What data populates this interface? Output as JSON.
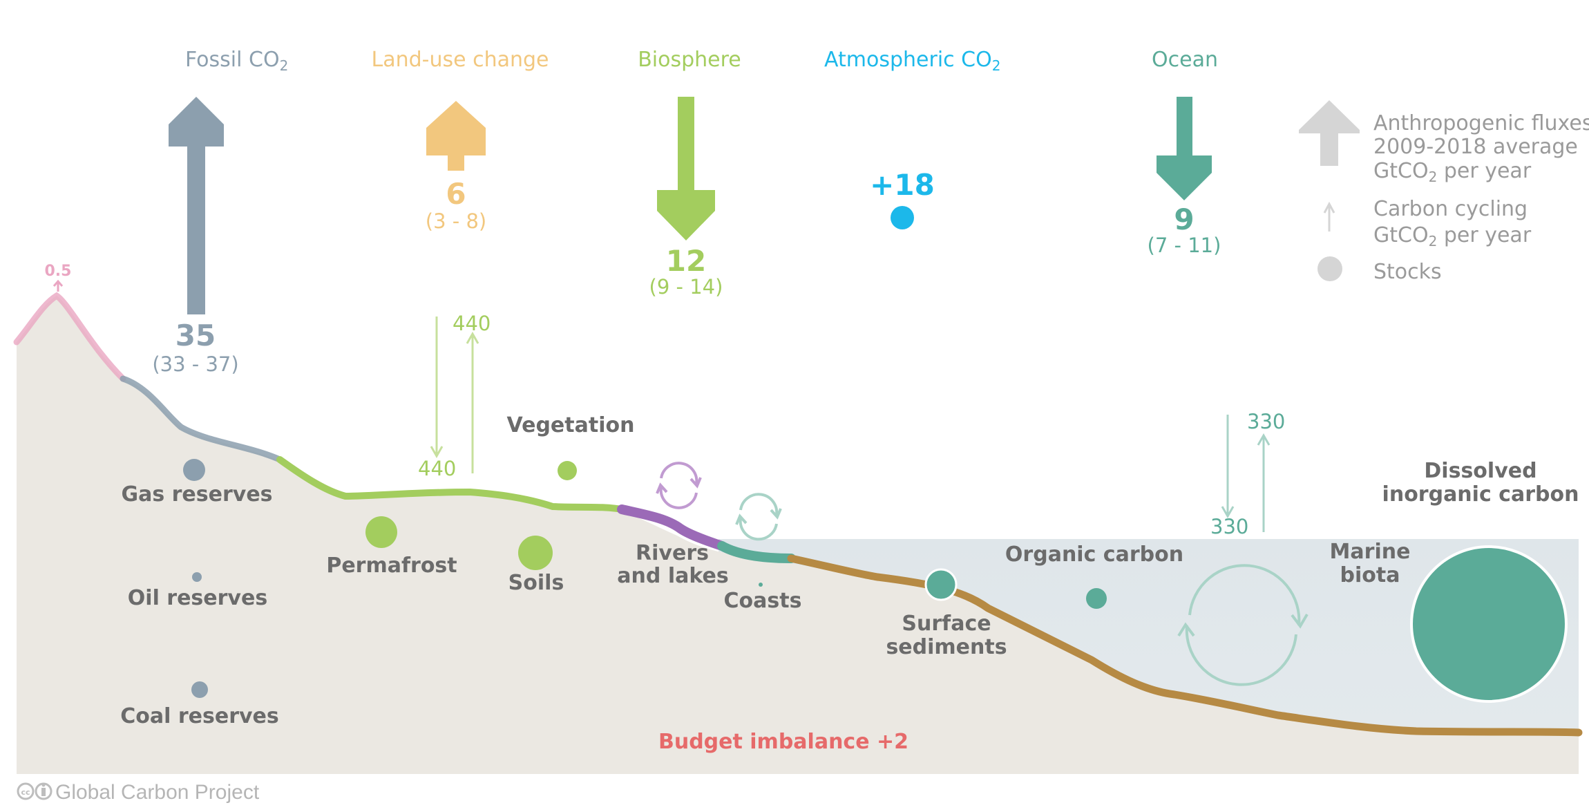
{
  "headers": {
    "fossil": "Fossil CO",
    "fossil_sub": "2",
    "landuse": "Land-use change",
    "biosphere": "Biosphere",
    "atmospheric": "Atmospheric CO",
    "atmospheric_sub": "2",
    "ocean": "Ocean"
  },
  "fluxes": {
    "fossil": {
      "value": "35",
      "range": "(33 - 37)"
    },
    "landuse": {
      "value": "6",
      "range": "(3 - 8)"
    },
    "biosphere": {
      "value": "12",
      "range": "(9 - 14)"
    },
    "atmospheric": {
      "value": "+18"
    },
    "ocean": {
      "value": "9",
      "range": "(7 - 11)"
    },
    "volcanic": {
      "value": "0.5"
    }
  },
  "cycling": {
    "land_up": "440",
    "land_down": "440",
    "ocean_up": "330",
    "ocean_down": "330"
  },
  "stocks": {
    "gas": "Gas reserves",
    "oil": "Oil reserves",
    "coal": "Coal reserves",
    "permafrost": "Permafrost",
    "soils": "Soils",
    "vegetation": "Vegetation",
    "rivers_1": "Rivers",
    "rivers_2": "and lakes",
    "coasts": "Coasts",
    "sediments_1": "Surface",
    "sediments_2": "sediments",
    "organic": "Organic carbon",
    "marine_1": "Marine",
    "marine_2": "biota",
    "dic_1": "Dissolved",
    "dic_2": "inorganic carbon"
  },
  "legend": {
    "anthro_1": "Anthropogenic fluxes",
    "anthro_2": "2009-2018 average",
    "anthro_3a": "GtCO",
    "anthro_3sub": "2",
    "anthro_3b": " per year",
    "cycling_1": "Carbon cycling",
    "cycling_2a": "GtCO",
    "cycling_2sub": "2",
    "cycling_2b": " per year",
    "stocks": "Stocks"
  },
  "imbalance": "Budget imbalance +2",
  "credit": "Global Carbon Project",
  "colors": {
    "fossil": "#8c9fae",
    "landuse": "#f2c77e",
    "biosphere": "#a3cd5e",
    "atmospheric": "#1cb8ea",
    "ocean": "#5bab98",
    "volcanic": "#eaa6c2",
    "imbalance": "#e66a6a"
  }
}
